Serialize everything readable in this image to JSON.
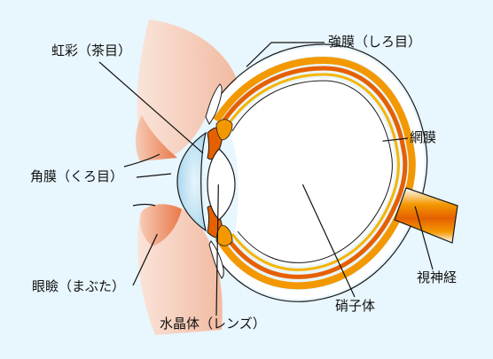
{
  "labels": [
    {
      "key": "sclera",
      "text": "強膜（しろ目）",
      "target": [
        500,
        186
      ]
    },
    {
      "key": "iris",
      "text": "虹彩（茶目）",
      "target": [
        412,
        427
      ]
    },
    {
      "key": "retina",
      "text": "網膜",
      "target": [
        776,
        393
      ]
    },
    {
      "key": "cornea",
      "text": "角膜（くろ目）",
      "target": [
        347,
        484
      ]
    },
    {
      "key": "eyelid",
      "text": "眼瞼（まぶた）",
      "target": [
        319,
        652
      ]
    },
    {
      "key": "vitreous",
      "text": "硝子体",
      "target": [
        614,
        514
      ]
    },
    {
      "key": "nerve",
      "text": "視神経",
      "target": [
        842,
        575
      ]
    },
    {
      "key": "lens",
      "text": "水晶体（レンズ）",
      "target": [
        443,
        514
      ]
    }
  ],
  "colors": {
    "background": "#e8f6fd",
    "skin": "#f6c7b1",
    "eyelid_shade": "#ec8a5c",
    "sclera_band": "#f39800",
    "choroid": "#e66000",
    "retina": "#f7b400",
    "cornea": "#b9dff1",
    "outline": "#1a1a1a"
  }
}
